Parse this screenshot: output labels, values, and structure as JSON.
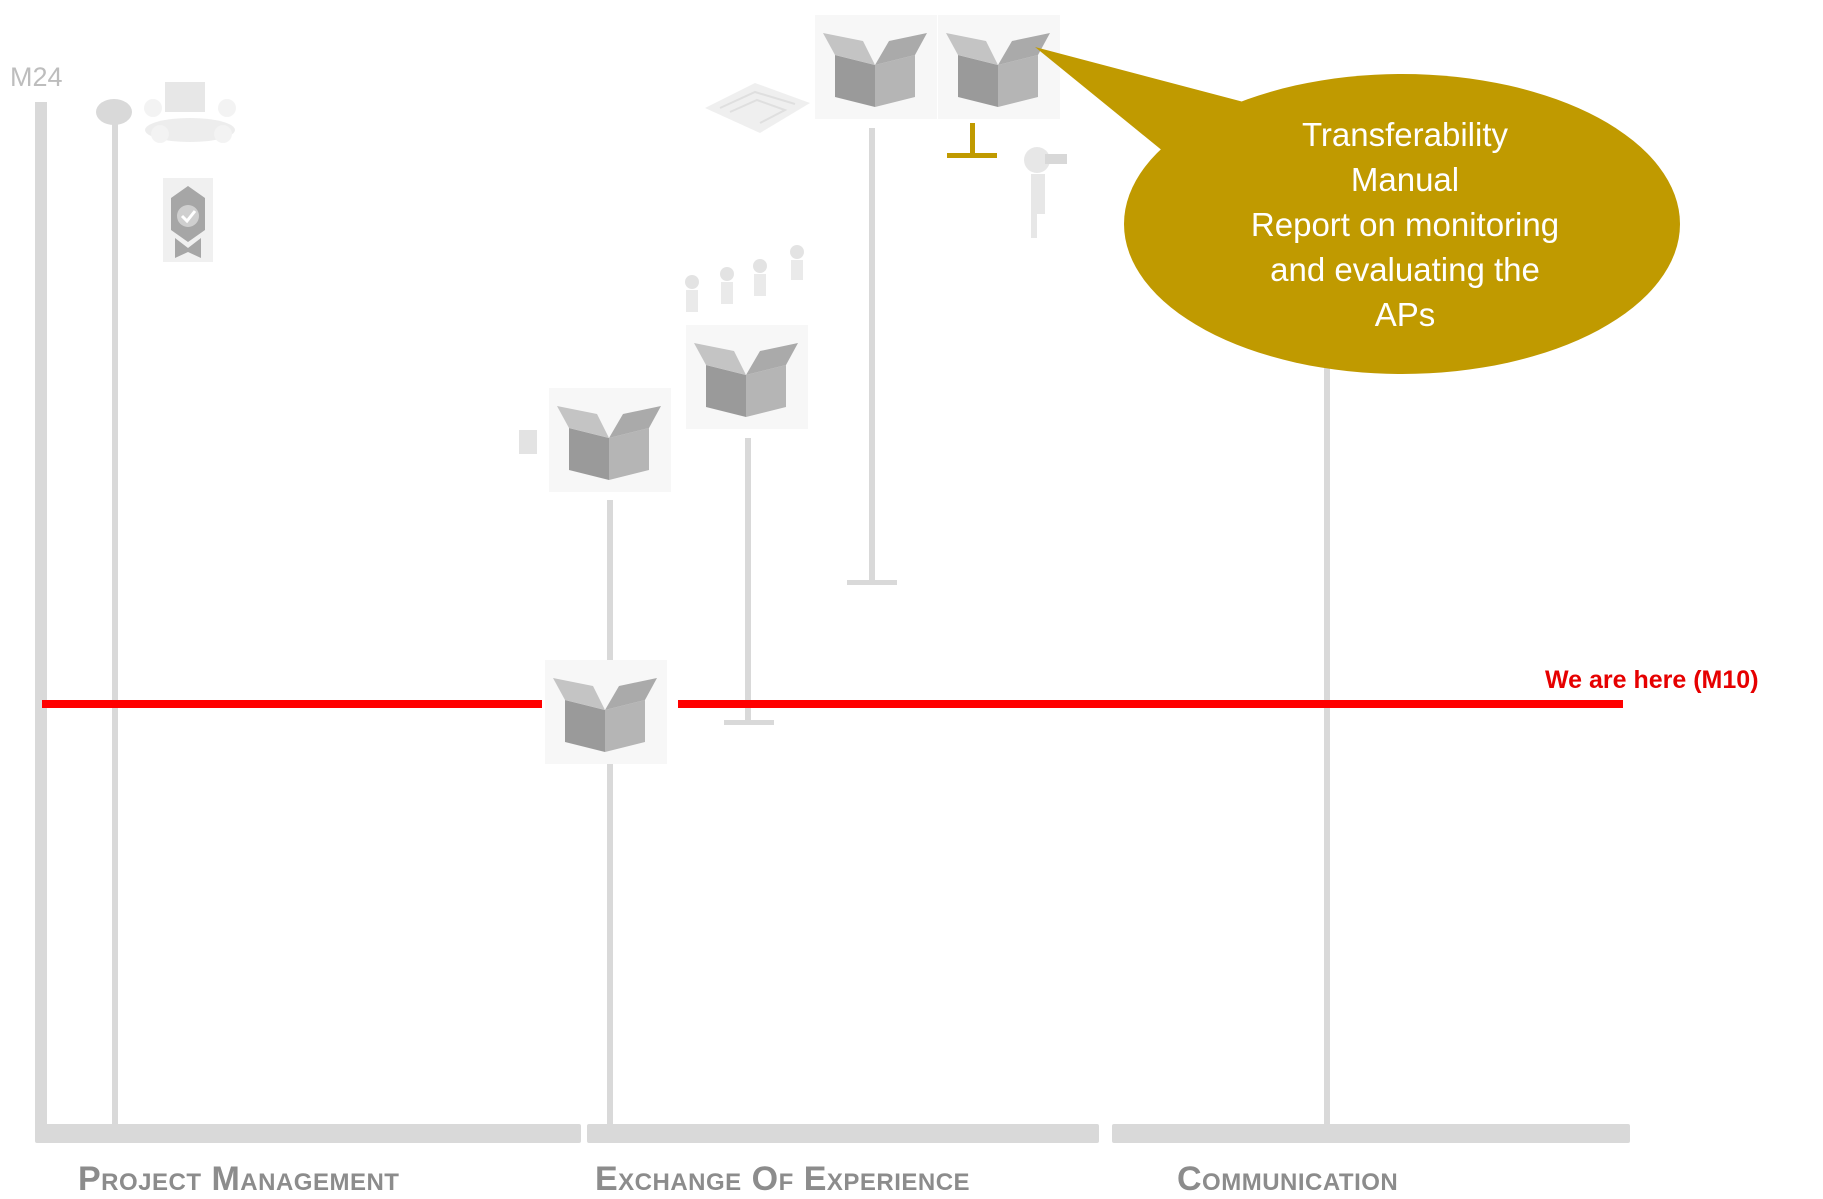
{
  "axis": {
    "top_label": "M24"
  },
  "lanes": [
    {
      "label": "Project Management"
    },
    {
      "label": "Exchange Of Experience"
    },
    {
      "label": "Communication"
    }
  ],
  "current_marker": {
    "label": "We are here (M10)",
    "color": "#ff0000"
  },
  "callout": {
    "color": "#c09a00",
    "lines": [
      "Transferability",
      "Manual",
      "Report on monitoring",
      "and evaluating the",
      "APs"
    ]
  },
  "icons": [
    "deliverable-box-icon",
    "meeting-table-icon",
    "quality-badge-icon",
    "maze-icon",
    "team-people-icon",
    "figure-binoculars-icon"
  ]
}
